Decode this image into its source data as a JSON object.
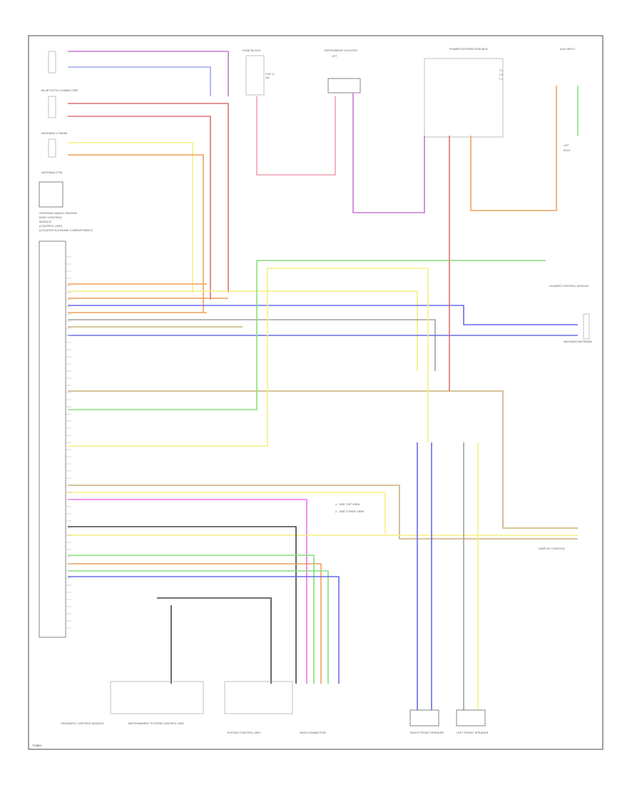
{
  "diagram": {
    "footer_code": "T03801",
    "components": {
      "audio_module_stack": {
        "labels": [
          "STEERING ANGLE SENSOR",
          "BODY CONTROL",
          "MODULE",
          "(CONTROL UNIT)",
          "(LOCATED IN ENGINE COMPARTMENT)"
        ]
      },
      "top_left_switches": [
        {
          "name": "BLUETOOTH CONNECTOR"
        },
        {
          "name": "ANTENNA 1 FM/AM"
        },
        {
          "name": "ANTENNA 2 FM"
        }
      ],
      "fuse_block": {
        "name": "FUSE BLOCK",
        "lines": [
          "FUSE 11",
          "15A"
        ]
      },
      "center_top": {
        "name": "INSTRUMENT CLUSTER",
        "lines": [
          "LEFT"
        ]
      },
      "power_dist": {
        "name": "POWER DISTRIBUTION BOX",
        "lines": [
          "F-A",
          "F-B",
          "F-C"
        ]
      },
      "top_right": {
        "name": "AUX INPUT",
        "lines": [
          "LEFT",
          "RIGHT"
        ]
      },
      "right_mid_1": {
        "name": "CLIMATE CONTROL MODULE"
      },
      "right_mid_2": {
        "name": "AM RADIO ANTENNA"
      },
      "right_mid_3": {
        "name": "DISPLAY CONTROL"
      },
      "sub_legend": [
        "1 - SEE TOP VIEW",
        "2 - SEE OTHER VIEW"
      ],
      "bottom": [
        {
          "name": "TELEMATIC CONTROL MODULE"
        },
        {
          "name": "INFOTAINMENT SYSTEM CONTROL UNIT"
        },
        {
          "name": "SYSTEM CONTROL UNIT"
        },
        {
          "name": "DATA CONNECTOR"
        },
        {
          "name": "RIGHT FRONT SPEAKER"
        },
        {
          "name": "LEFT FRONT SPEAKER"
        }
      ]
    },
    "wire_colors": {
      "orange": "#f0a05a",
      "yellow": "#f4f080",
      "green": "#86e07c",
      "blue": "#6a6ae8",
      "violet": "#c77ad0",
      "pink": "#f0a0b0",
      "magenta": "#f070f0",
      "tan": "#c8b078",
      "gray": "#a0a0a0",
      "dark": "#444444",
      "red": "#e07070",
      "light_blue": "#a0a8f0"
    }
  }
}
